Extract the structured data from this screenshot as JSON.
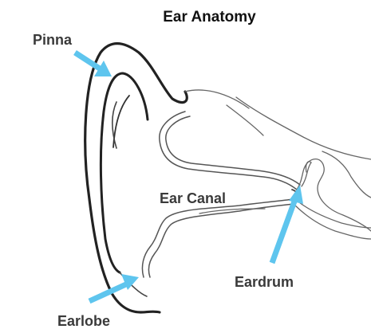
{
  "title": "Ear Anatomy",
  "labels": {
    "pinna": "Pinna",
    "ear_canal": "Ear Canal",
    "eardrum": "Eardrum",
    "earlobe": "Earlobe"
  },
  "colors": {
    "arrow": "#5ec5ee",
    "outline": "#222222",
    "detail": "#555555",
    "text": "#3a3a3a"
  }
}
